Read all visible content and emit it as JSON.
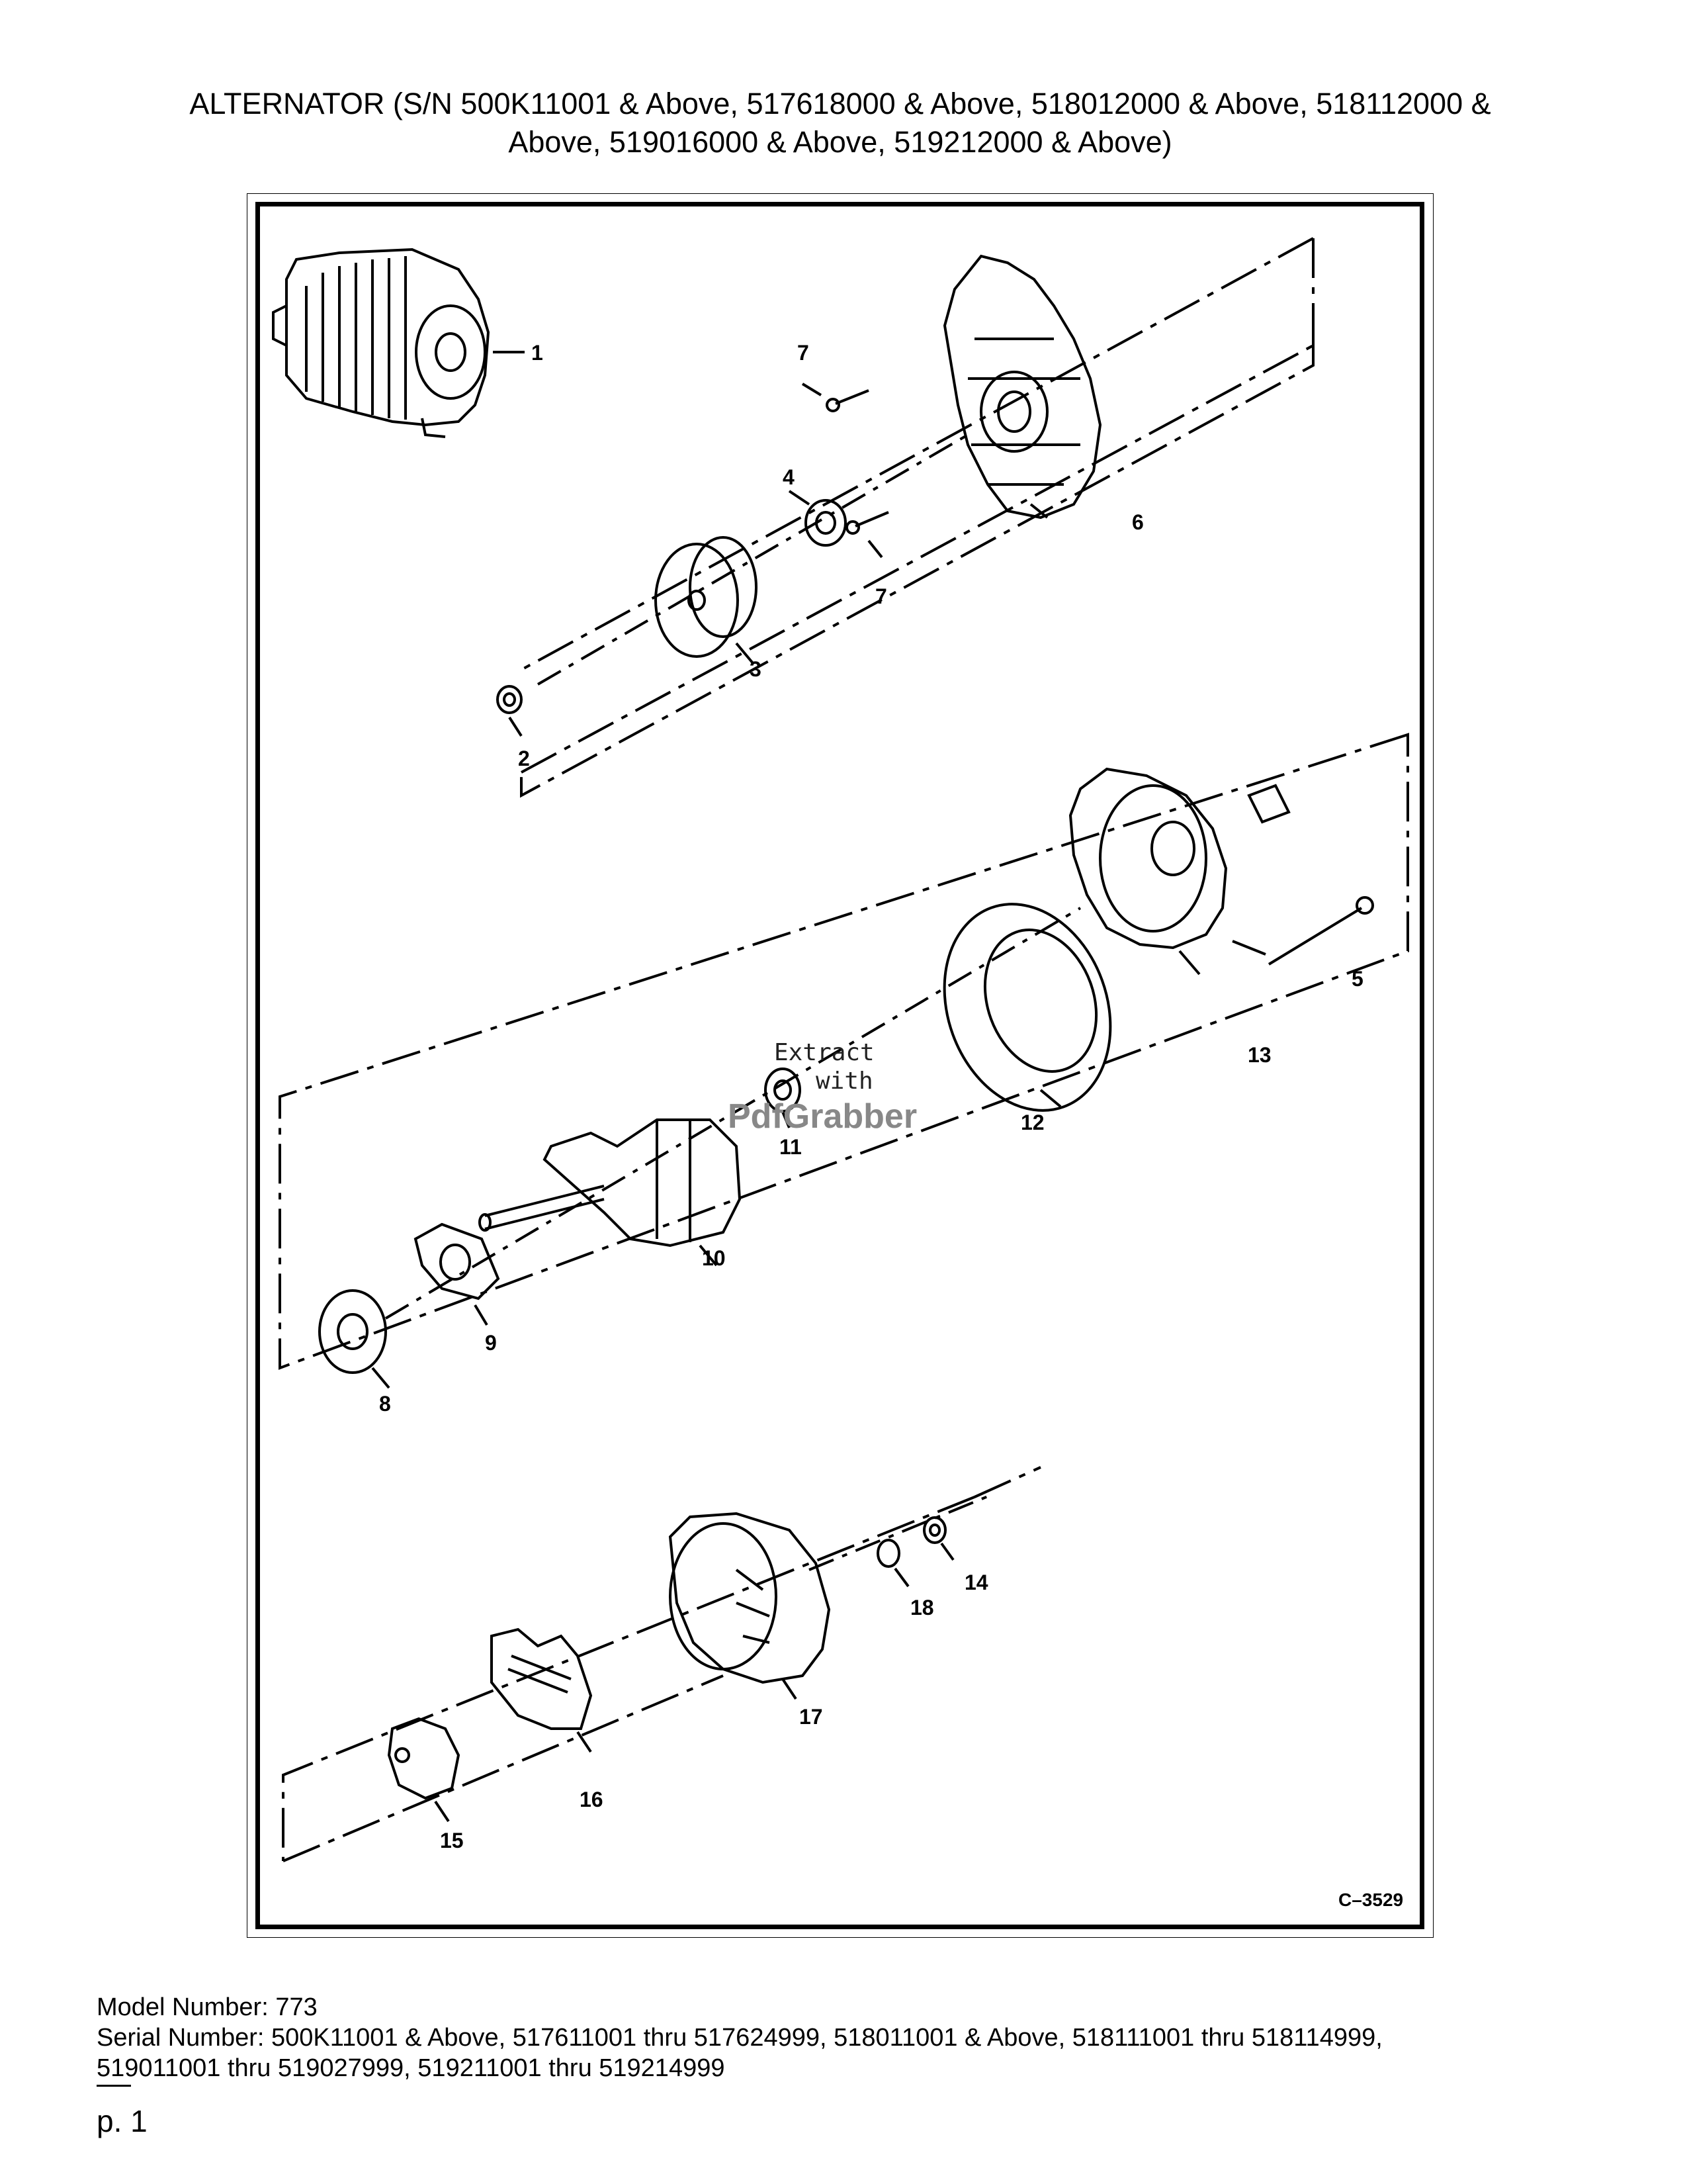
{
  "document": {
    "title_line1": "ALTERNATOR (S/N 500K11001 & Above, 517618000 & Above, 518012000 & Above, 518112000 &",
    "title_line2": "Above, 519016000 & Above, 519212000 & Above)",
    "figure_code": "C–3529",
    "callouts": [
      "1",
      "2",
      "3",
      "4",
      "5",
      "6",
      "7",
      "7",
      "8",
      "9",
      "10",
      "11",
      "12",
      "13",
      "14",
      "15",
      "16",
      "17",
      "18"
    ],
    "watermark": {
      "line1": "Extract",
      "line2": "with",
      "line3": "PdfGrabber"
    },
    "footer": {
      "model": "Model Number: 773",
      "serial_line1": "Serial Number: 500K11001 & Above, 517611001 thru 517624999, 518011001 & Above, 518111001 thru 518114999,",
      "serial_line2": "519011001 thru 519027999, 519211001 thru 519214999"
    },
    "page_number": "p. 1"
  }
}
